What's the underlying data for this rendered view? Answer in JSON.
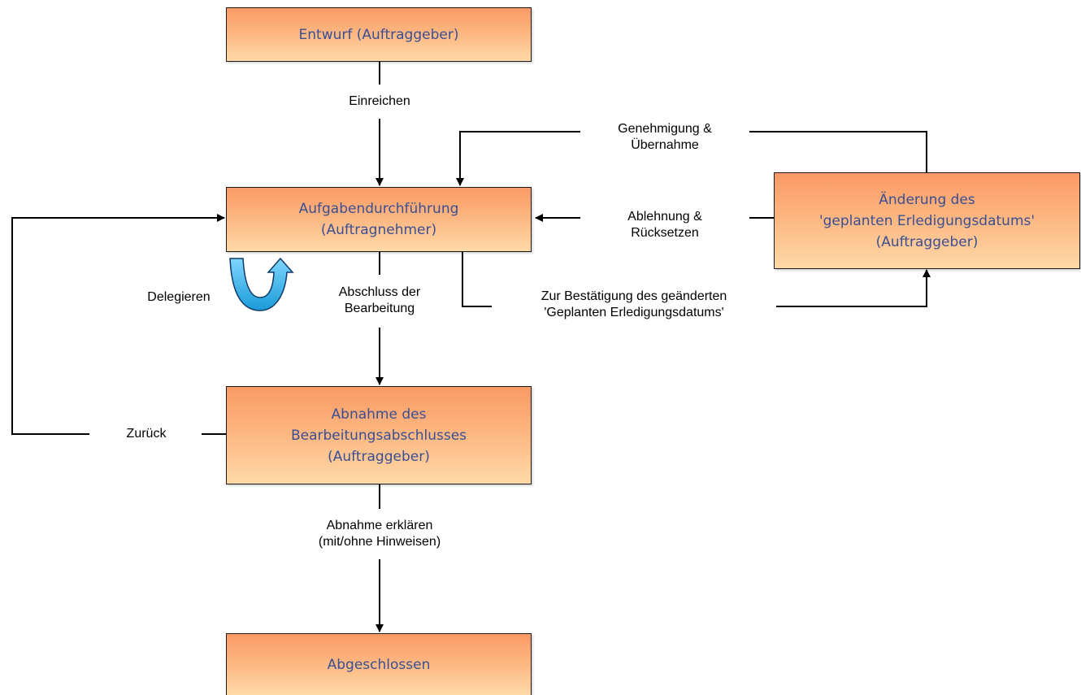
{
  "nodes": {
    "entwurf": "Entwurf (Auftraggeber)",
    "durchfuehrung": [
      "Aufgabendurchführung",
      "(Auftragnehmer)"
    ],
    "aenderung": [
      "Änderung des",
      "'geplanten Erledigungsdatums'",
      "(Auftraggeber)"
    ],
    "abnahme": [
      "Abnahme des",
      "Bearbeitungsabschlusses",
      "(Auftraggeber)"
    ],
    "abgeschlossen": "Abgeschlossen"
  },
  "edges": {
    "einreichen": "Einreichen",
    "genehmigung": [
      "Genehmigung &",
      "Übernahme"
    ],
    "ablehnung": [
      "Ablehnung &",
      "Rücksetzen"
    ],
    "delegieren": "Delegieren",
    "abschluss": [
      "Abschluss der",
      "Bearbeitung"
    ],
    "bestaetigung": [
      "Zur Bestätigung des geänderten",
      "'Geplanten Erledigungsdatums'"
    ],
    "zurueck": "Zurück",
    "abnahme_erklaeren": [
      "Abnahme erklären",
      "(mit/ohne Hinweisen)"
    ]
  },
  "colors": {
    "node_fill_top": "#fb9a66",
    "node_fill_bottom": "#ffd9a8",
    "node_text": "#3a4f93",
    "delegate_arrow": "#2aa6e0"
  }
}
